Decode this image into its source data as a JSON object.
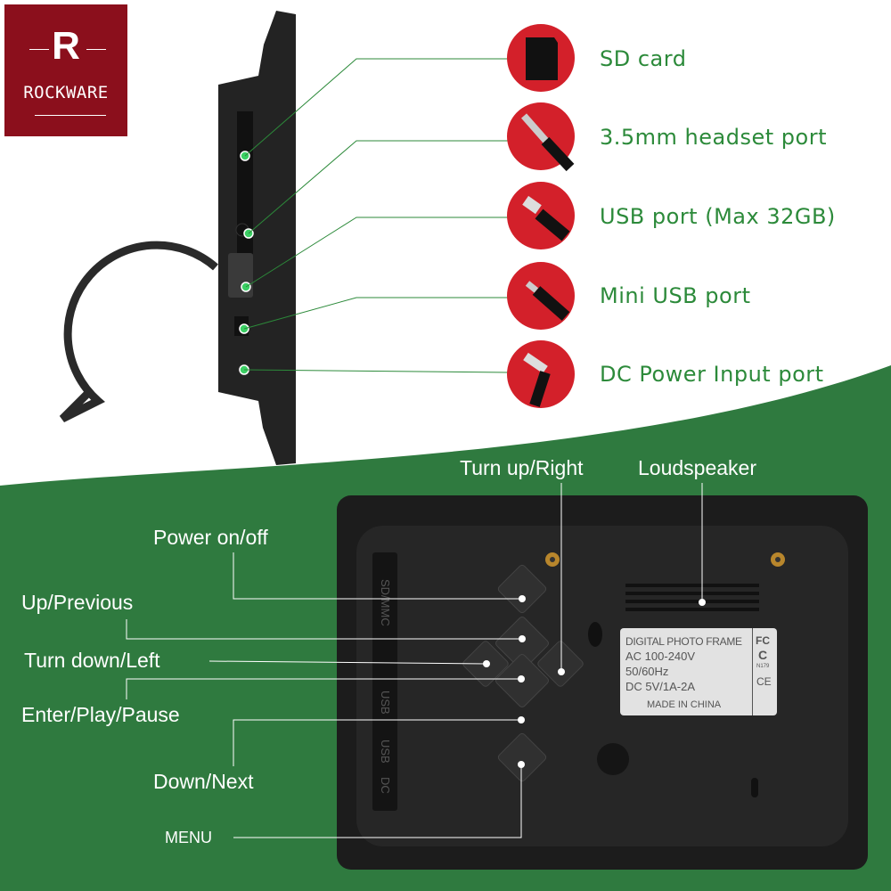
{
  "brand": {
    "logo_letter": "R",
    "logo_text": "ROCKWARE"
  },
  "colors": {
    "green": "#2f7a3f",
    "red": "#d3202a",
    "logo": "#8b0f1c",
    "frame": "#1c1c1c"
  },
  "ports": [
    {
      "label": "SD card",
      "icon": "sd-card-icon"
    },
    {
      "label": "3.5mm headset port",
      "icon": "headphone-jack-icon"
    },
    {
      "label": "USB port (Max 32GB)",
      "icon": "usb-plug-icon"
    },
    {
      "label": "Mini USB port",
      "icon": "mini-usb-plug-icon"
    },
    {
      "label": "DC Power Input port",
      "icon": "dc-plug-icon"
    }
  ],
  "buttons": {
    "turn_up_right": "Turn up/Right",
    "loudspeaker": "Loudspeaker",
    "power": "Power on/off",
    "up_previous": "Up/Previous",
    "turn_down_left": "Turn down/Left",
    "enter_play_pause": "Enter/Play/Pause",
    "down_next": "Down/Next",
    "menu": "MENU"
  },
  "sticker": {
    "line1": "DIGITAL PHOTO FRAME",
    "line2": "AC 100-240V",
    "line3": "50/60Hz",
    "line4": "DC 5V/1A-2A",
    "line5": "MADE IN CHINA",
    "marks": [
      "FC",
      "C",
      "N179",
      "CE"
    ]
  },
  "edge_labels": [
    "SD/MMC",
    "USB",
    "USB",
    "DC"
  ]
}
